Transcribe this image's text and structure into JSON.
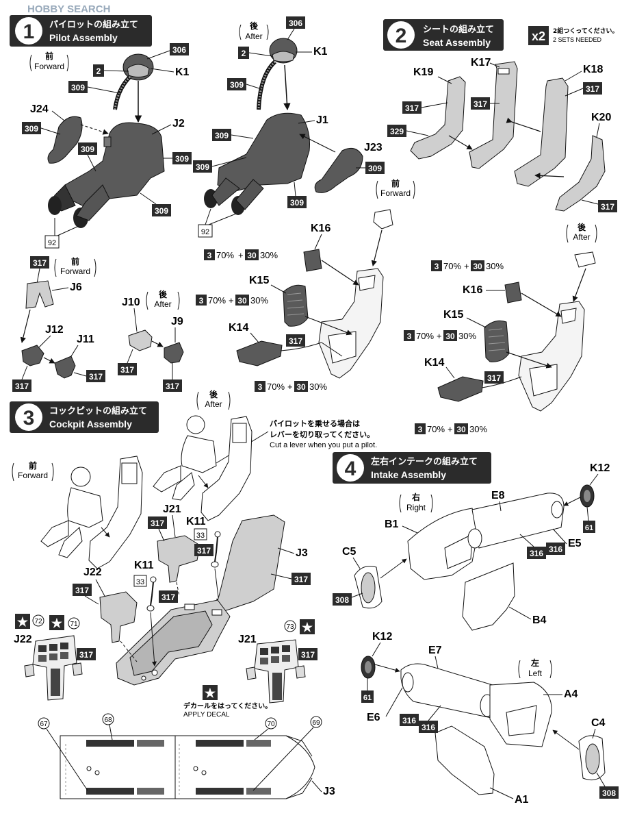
{
  "watermark": "HOBBY SEARCH",
  "colors": {
    "banner": "#2b2b2b",
    "part_fill": "#cfcfcf",
    "part_dark": "#5a5a5a",
    "line": "#111111",
    "box_fill": "#2b2b2b"
  },
  "steps": [
    {
      "number": "1",
      "jp": "パイロットの組み立て",
      "en": "Pilot Assembly"
    },
    {
      "number": "2",
      "jp": "シートの組み立て",
      "en": "Seat Assembly"
    },
    {
      "number": "3",
      "jp": "コックピットの組み立て",
      "en": "Cockpit Assembly"
    },
    {
      "number": "4",
      "jp": "左右インテークの組み立て",
      "en": "Intake Assembly"
    }
  ],
  "multiplier": {
    "label": "x2",
    "jp": "2組つくってください。",
    "en": "2 SETS NEEDED"
  },
  "directions": {
    "forward_jp": "前",
    "forward_en": "Forward",
    "after_jp": "後",
    "after_en": "After",
    "right_jp": "右",
    "right_en": "Right",
    "left_jp": "左",
    "left_en": "Left"
  },
  "color_mix": {
    "c1": "3",
    "p1": "70%",
    "plus": "+",
    "c2": "30",
    "p2": "30%"
  },
  "notes": {
    "lever_jp1": "パイロットを乗せる場合は",
    "lever_jp2": "レバーを切り取ってください。",
    "lever_en": "Cut a lever when you put a pilot.",
    "decal_jp": "デカールをはってください。",
    "decal_en": "APPLY DECAL"
  },
  "parts": {
    "k1": "K1",
    "j2": "J2",
    "j24": "J24",
    "j1": "J1",
    "j23": "J23",
    "k19": "K19",
    "k17": "K17",
    "k18": "K18",
    "k20": "K20",
    "k16": "K16",
    "k15": "K15",
    "k14": "K14",
    "j6": "J6",
    "j12": "J12",
    "j11": "J11",
    "j10": "J10",
    "j9": "J9",
    "j21": "J21",
    "k11": "K11",
    "j22": "J22",
    "j3": "J3",
    "k12": "K12",
    "e8": "E8",
    "b1": "B1",
    "e5": "E5",
    "c5": "C5",
    "b4": "B4",
    "e7": "E7",
    "e6": "E6",
    "a4": "A4",
    "c4": "C4",
    "a1": "A1"
  },
  "paint": {
    "c306": "306",
    "c2": "2",
    "c309": "309",
    "c92": "92",
    "c317": "317",
    "c329": "329",
    "c33": "33",
    "c61": "61",
    "c316": "316",
    "c308": "308"
  },
  "decals": {
    "d72": "72",
    "d71": "71",
    "d73": "73",
    "d67": "67",
    "d68": "68",
    "d70": "70",
    "d69": "69"
  }
}
